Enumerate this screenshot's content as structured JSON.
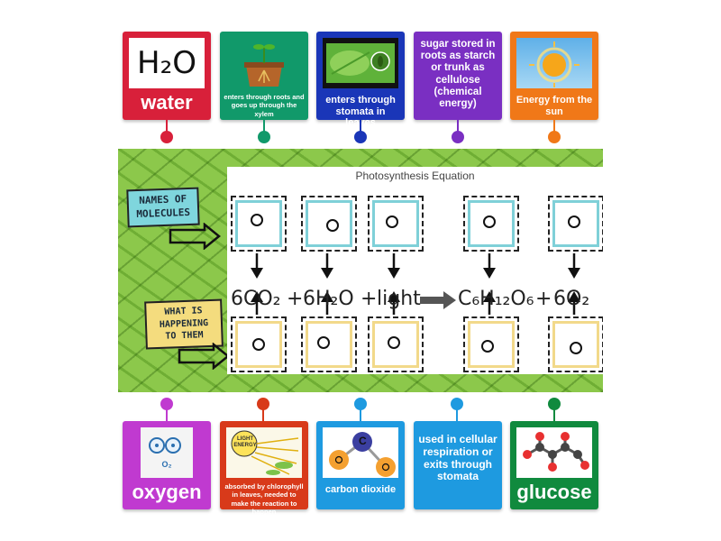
{
  "top_cards": [
    {
      "name": "water",
      "label": "water",
      "color": "#d8203a",
      "image_text": "H₂O",
      "icon": "water-formula-icon"
    },
    {
      "name": "enters-roots",
      "label": "enters through roots and goes up through the xylem",
      "color": "#11996a",
      "icon": "plant-pot-icon"
    },
    {
      "name": "enters-stomata",
      "label": "enters through stomata in leaves",
      "color": "#1a36b8",
      "icon": "leaf-stomata-icon"
    },
    {
      "name": "sugar-stored",
      "label": "sugar stored in roots as starch or trunk as cellulose (chemical energy)",
      "color": "#7a2fc2",
      "icon": ""
    },
    {
      "name": "energy-sun",
      "label": "Energy from the sun",
      "color": "#f07818",
      "icon": "sun-icon"
    }
  ],
  "bottom_cards": [
    {
      "name": "oxygen",
      "label": "oxygen",
      "color": "#c03ad0",
      "image_text": "O₂",
      "icon": "oxygen-molecule-icon"
    },
    {
      "name": "absorbed-chlorophyll",
      "label": "absorbed by chlorophyll in leaves, needed to make the reaction to happen",
      "color": "#d83a1a",
      "image_text": "LIGHT ENERGY",
      "icon": "light-energy-icon"
    },
    {
      "name": "carbon-dioxide",
      "label": "carbon dioxide",
      "color": "#1e9ae0",
      "image_text": "C",
      "icon": "co2-molecule-icon"
    },
    {
      "name": "cellular-respiration",
      "label": "used in cellular respiration or exits through stomata",
      "color": "#1e9ae0",
      "icon": ""
    },
    {
      "name": "glucose",
      "label": "glucose",
      "color": "#108a3e",
      "icon": "glucose-molecule-icon"
    }
  ],
  "board": {
    "title": "Photosynthesis Equation",
    "sticker_names": "NAMES OF MOLECULES",
    "sticker_happening": "WHAT IS HAPPENING TO THEM",
    "equation": {
      "co2": "6CO₂",
      "plus1": "+",
      "h2o": "6H₂O",
      "plus2": "+",
      "light": "light",
      "glucose": "C₆H₁₂O₆",
      "plus3": "+",
      "o2": "6O₂"
    }
  }
}
